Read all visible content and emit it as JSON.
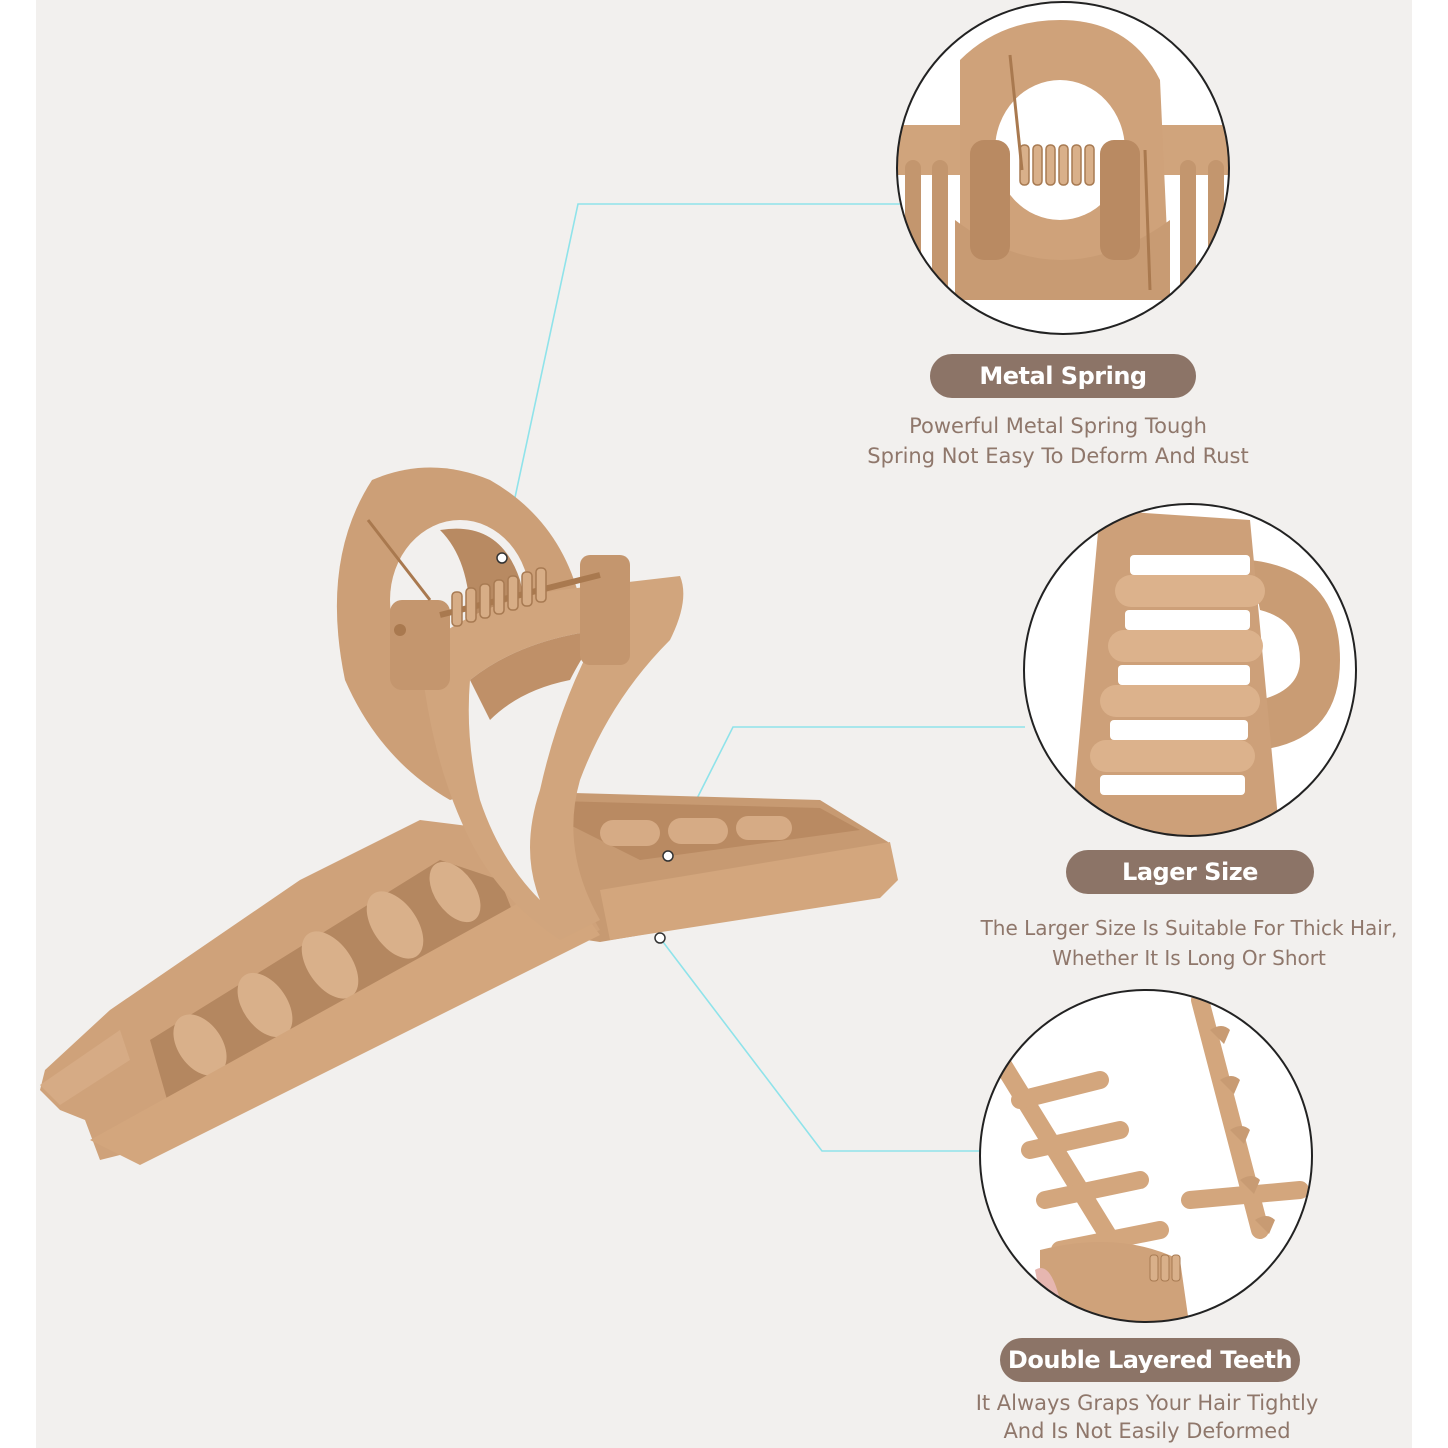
{
  "features": [
    {
      "title": "Metal Spring",
      "lines": [
        "Powerful Metal Spring Tough",
        "Spring Not Easy To Deform And Rust"
      ],
      "detail_icon": "spring-closeup-icon"
    },
    {
      "title": "Lager Size",
      "lines": [
        "The Larger Size Is Suitable For Thick Hair,",
        "Whether It Is Long Or Short"
      ],
      "detail_icon": "teeth-closeup-icon"
    },
    {
      "title": "Double Layered Teeth",
      "lines": [
        "It Always Graps Your Hair Tightly",
        "And Is Not Easily Deformed"
      ],
      "detail_icon": "double-teeth-closeup-icon"
    }
  ],
  "colors": {
    "background": "#f2f0ee",
    "product": "#cfa27a",
    "product_shadow": "#b88a62",
    "pill": "#8c7467",
    "description_text": "#8f776b",
    "leader_line": "#8fe3ea"
  }
}
